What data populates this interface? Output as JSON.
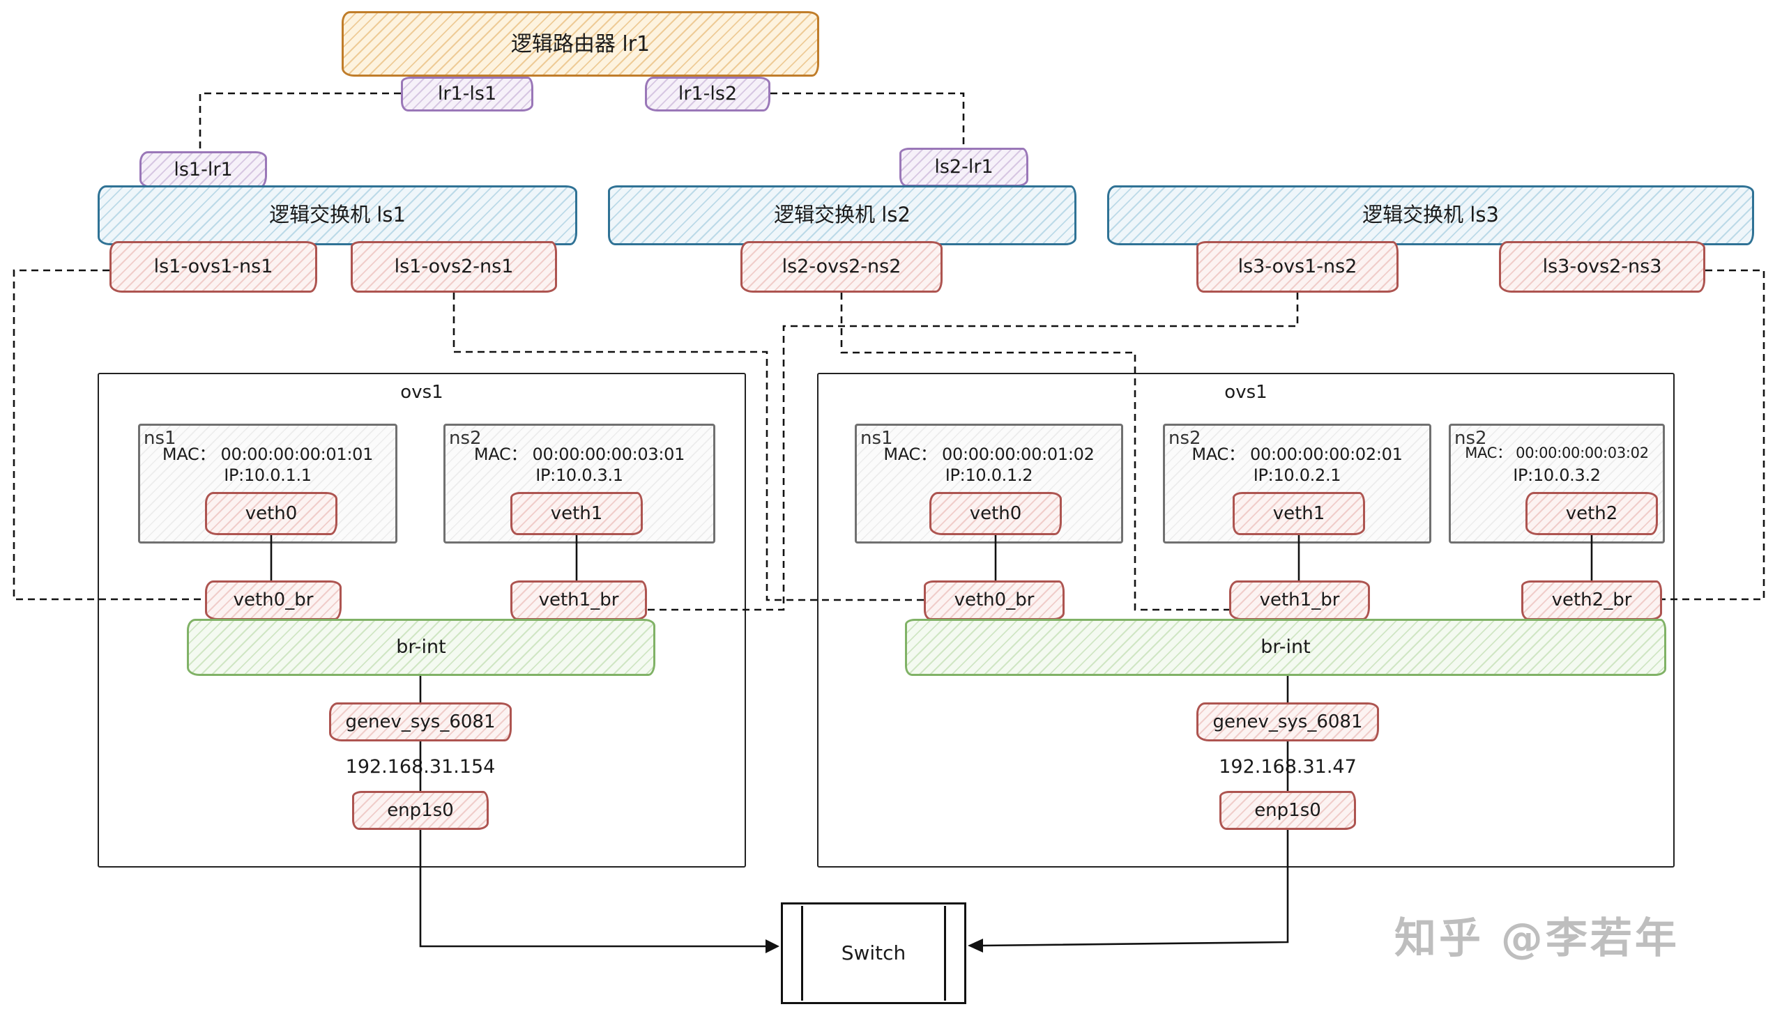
{
  "router": {
    "label": "逻辑路由器 lr1"
  },
  "router_ports": [
    {
      "label": "lr1-ls1"
    },
    {
      "label": "lr1-ls2"
    }
  ],
  "switch_uplink_ports": [
    {
      "label": "ls1-lr1"
    },
    {
      "label": "ls2-lr1"
    }
  ],
  "logical_switches": [
    {
      "label": "逻辑交换机 ls1"
    },
    {
      "label": "逻辑交换机 ls2"
    },
    {
      "label": "逻辑交换机 ls3"
    }
  ],
  "logical_ports": [
    {
      "label": "ls1-ovs1-ns1"
    },
    {
      "label": "ls1-ovs2-ns1"
    },
    {
      "label": "ls2-ovs2-ns2"
    },
    {
      "label": "ls3-ovs1-ns2"
    },
    {
      "label": "ls3-ovs2-ns3"
    }
  ],
  "hosts": [
    {
      "label": "ovs1",
      "namespaces": [
        {
          "name": "ns1",
          "mac": "MAC： 00:00:00:00:01:01",
          "ip": "IP:10.0.1.1",
          "veth": "veth0",
          "veth_br": "veth0_br"
        },
        {
          "name": "ns2",
          "mac": "MAC： 00:00:00:00:03:01",
          "ip": "IP:10.0.3.1",
          "veth": "veth1",
          "veth_br": "veth1_br"
        }
      ],
      "bridge": "br-int",
      "tunnel": "genev_sys_6081",
      "host_ip": "192.168.31.154",
      "nic": "enp1s0"
    },
    {
      "label": "ovs1",
      "namespaces": [
        {
          "name": "ns1",
          "mac": "MAC： 00:00:00:00:01:02",
          "ip": "IP:10.0.1.2",
          "veth": "veth0",
          "veth_br": "veth0_br"
        },
        {
          "name": "ns2",
          "mac": "MAC： 00:00:00:00:02:01",
          "ip": "IP:10.0.2.1",
          "veth": "veth1",
          "veth_br": "veth1_br"
        },
        {
          "name": "ns2",
          "mac": "MAC： 00:00:00:00:03:02",
          "ip": "IP:10.0.3.2",
          "veth": "veth2",
          "veth_br": "veth2_br"
        }
      ],
      "bridge": "br-int",
      "tunnel": "genev_sys_6081",
      "host_ip": "192.168.31.47",
      "nic": "enp1s0"
    }
  ],
  "physical_switch": {
    "label": "Switch"
  },
  "watermark": "知乎 @李若年",
  "colors": {
    "router_stroke": "#c07d2a",
    "router_port_stroke": "#9a77b8",
    "switch_stroke": "#2f7295",
    "port_stroke": "#ad5450",
    "bridge_stroke": "#80b266",
    "line": "#111111",
    "watermark": "#b3b3b3"
  }
}
